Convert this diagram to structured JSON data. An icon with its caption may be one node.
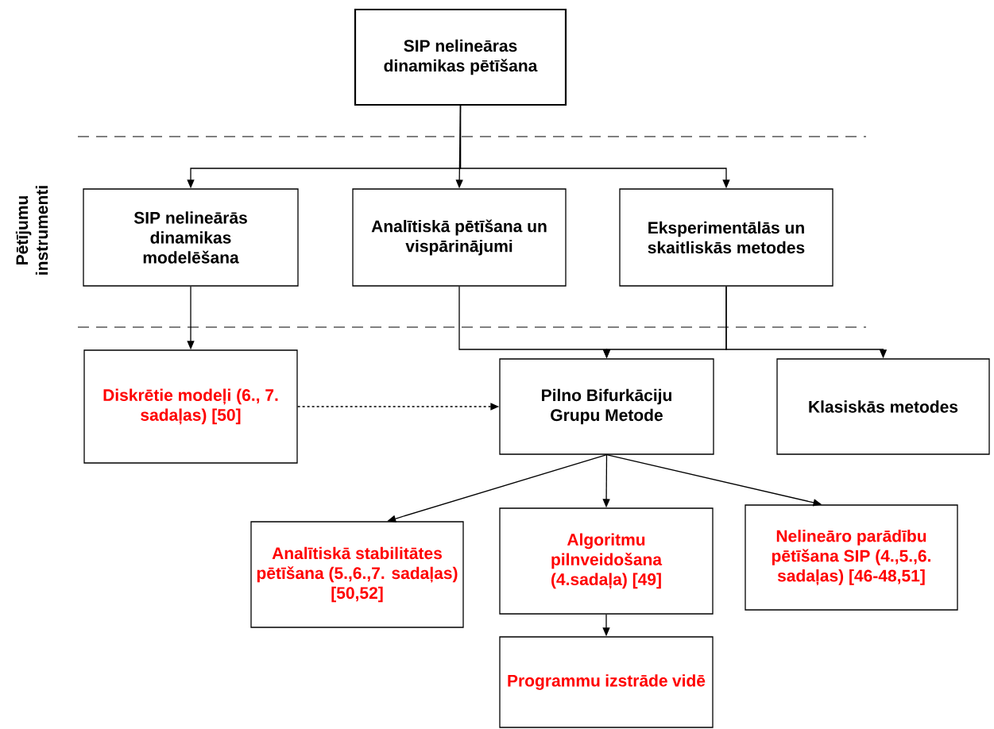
{
  "diagram": {
    "nodes": [
      {
        "text": [
          "SIP nelineāras dinamikas pētīšana"
        ]
      },
      {
        "text": [
          "SIP nelineārās dinamikas modelēšana"
        ]
      },
      {
        "text": [
          "Analītiskā pētīšana un vispārinājumi"
        ]
      },
      {
        "text": [
          "Eksperimentālās un skaitliskās metodes"
        ]
      },
      {
        "text": [
          "Diskrētie modeļi (6., 7. sadaļas) [50]"
        ]
      },
      {
        "text": [
          "Pilno Bifurkāciju Grupu Metode"
        ]
      },
      {
        "text": [
          "Klasiskās metodes"
        ]
      },
      {
        "text": [
          "Analītiskā stabilitātes pētīšana (5.,6.,7. sadaļas) [50,52]"
        ]
      },
      {
        "text": [
          "Algoritmu pilnveidošana (4.sadaļa) [49]"
        ]
      },
      {
        "text": [
          "Nelineāro parādību pētīšana SIP (4.,5.,6. sadaļas) [46-48,51]"
        ]
      },
      {
        "text": [
          "Programmu izstrāde vidē"
        ]
      }
    ],
    "edges": [
      {
        "from": 0,
        "to": 1,
        "arrow": "to"
      },
      {
        "from": 0,
        "to": 2,
        "arrow": "to"
      },
      {
        "from": 0,
        "to": 3,
        "arrow": "to"
      },
      {
        "from": 1,
        "to": 4,
        "arrow": "to"
      },
      {
        "from": 2,
        "to": 5,
        "arrow": "to"
      },
      {
        "from": 3,
        "to": 5,
        "arrow": "to"
      },
      {
        "from": 3,
        "to": 6,
        "arrow": "to"
      },
      {
        "from": 4,
        "to": 5,
        "arrow": "to",
        "style": "dashed"
      },
      {
        "from": 5,
        "to": 7,
        "arrow": "to"
      },
      {
        "from": 5,
        "to": 8,
        "arrow": "to"
      },
      {
        "from": 5,
        "to": 9,
        "arrow": "to"
      },
      {
        "from": 8,
        "to": 10,
        "arrow": "to"
      }
    ],
    "labels": [
      "Pētījumu instrumenti"
    ]
  }
}
